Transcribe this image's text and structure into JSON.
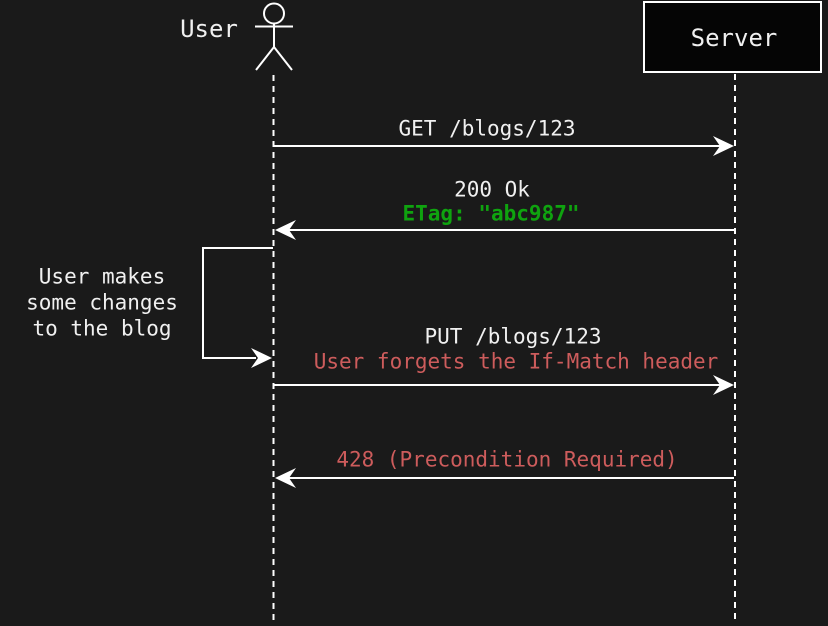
{
  "colors": {
    "background": "#1a1a1a",
    "line": "#ffffff",
    "text": "#f0f0f0",
    "success_green": "#0fa30f",
    "error_red": "#cd5c5c",
    "server_box_fill": "#050505"
  },
  "actors": {
    "user": "User",
    "server": "Server"
  },
  "messages": {
    "get_request": "GET /blogs/123",
    "ok_status": "200 Ok",
    "etag_header": "ETag: \"abc987\"",
    "self_note": {
      "line1": "User makes",
      "line2": "some changes",
      "line3": "to the blog"
    },
    "put_request": "PUT /blogs/123",
    "put_warning": "User forgets the If-Match header",
    "error_response": "428 (Precondition Required)"
  }
}
